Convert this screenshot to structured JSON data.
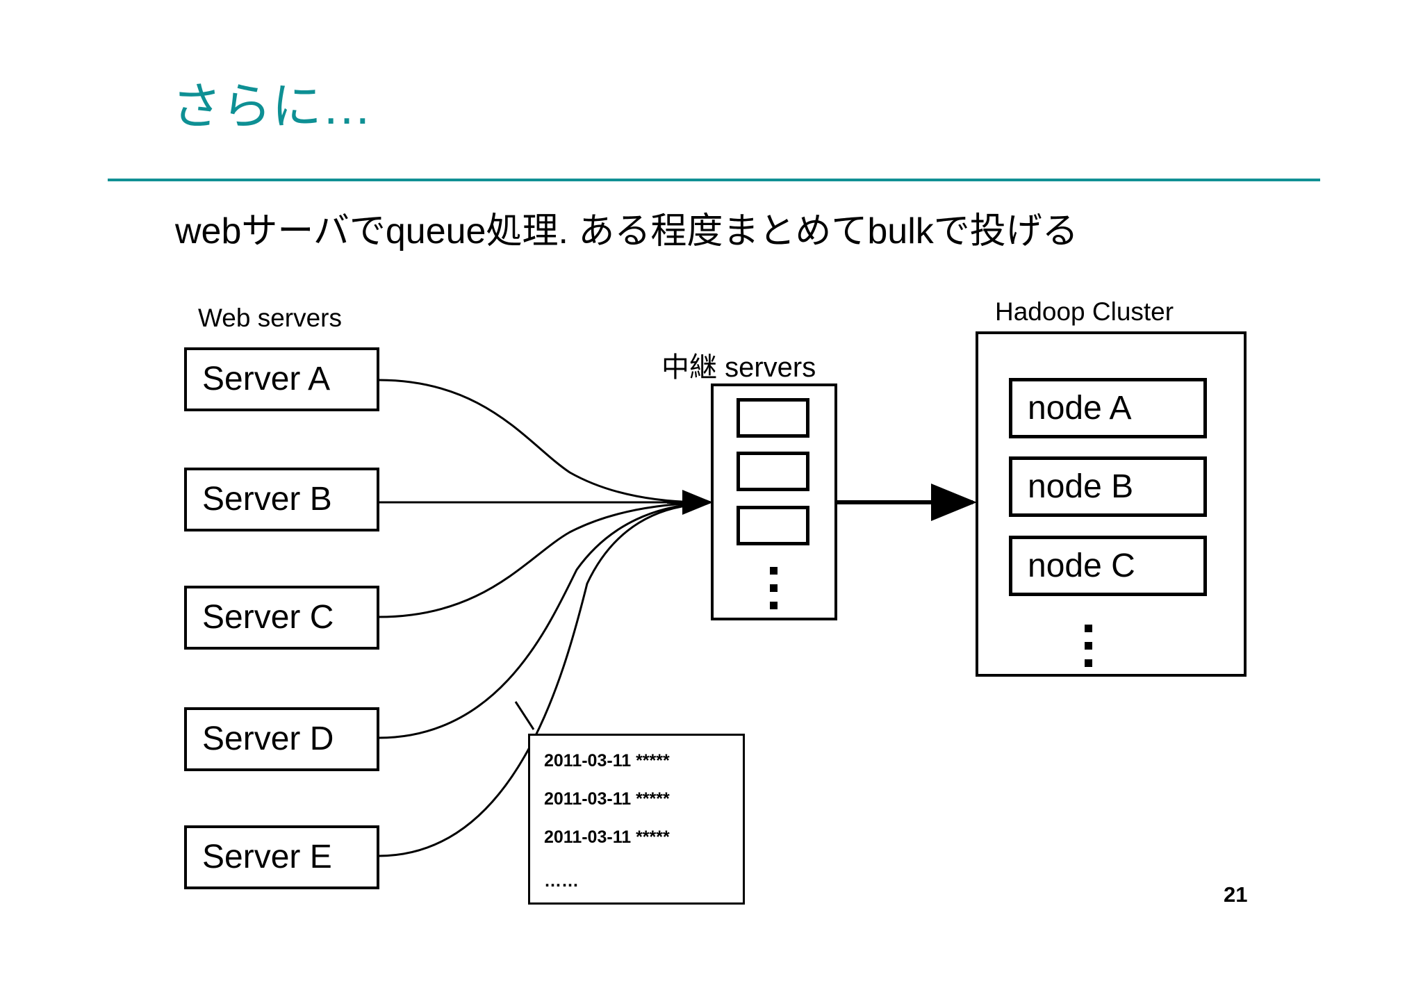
{
  "slide": {
    "title": "さらに…",
    "body_text": "webサーバでqueue処理. ある程度まとめてbulkで投げる",
    "page_number": "21",
    "accent_color": "#109094",
    "text_color": "#000000",
    "background_color": "#ffffff"
  },
  "diagram": {
    "web_servers": {
      "label": "Web servers",
      "nodes": [
        {
          "label": "Server A"
        },
        {
          "label": "Server B"
        },
        {
          "label": "Server C"
        },
        {
          "label": "Server D"
        },
        {
          "label": "Server E"
        }
      ]
    },
    "relay_servers": {
      "label": "中継 servers",
      "slots": [
        "",
        "",
        ""
      ],
      "ellipsis": "⋮"
    },
    "hadoop_cluster": {
      "label": "Hadoop Cluster",
      "nodes": [
        {
          "label": "node A"
        },
        {
          "label": "node B"
        },
        {
          "label": "node C"
        }
      ],
      "ellipsis": "⋮"
    },
    "log_box": {
      "lines": [
        "2011-03-11 *****",
        "2011-03-11 *****",
        "2011-03-11 *****",
        "……"
      ]
    }
  }
}
